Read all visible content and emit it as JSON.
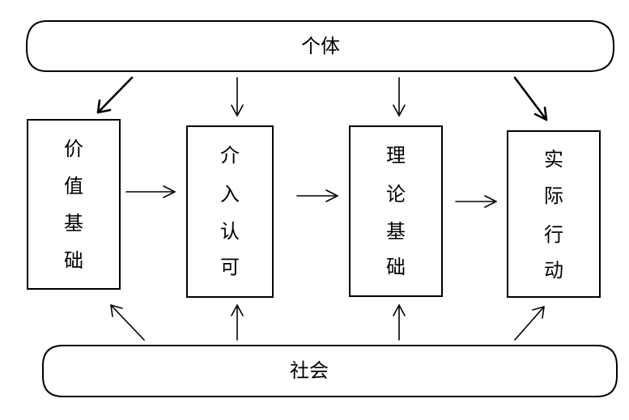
{
  "top_banner": {
    "label": "个体"
  },
  "bottom_banner": {
    "label": "社会"
  },
  "boxes": [
    {
      "id": "value-basis",
      "lines": [
        "价",
        "值",
        "基",
        "础"
      ]
    },
    {
      "id": "intervention-recognition",
      "lines": [
        "介",
        "入",
        "认",
        "可"
      ]
    },
    {
      "id": "theory-basis",
      "lines": [
        "理",
        "论",
        "基",
        "础"
      ]
    },
    {
      "id": "practical-action",
      "lines": [
        "实",
        "际",
        "行",
        "动"
      ]
    }
  ]
}
